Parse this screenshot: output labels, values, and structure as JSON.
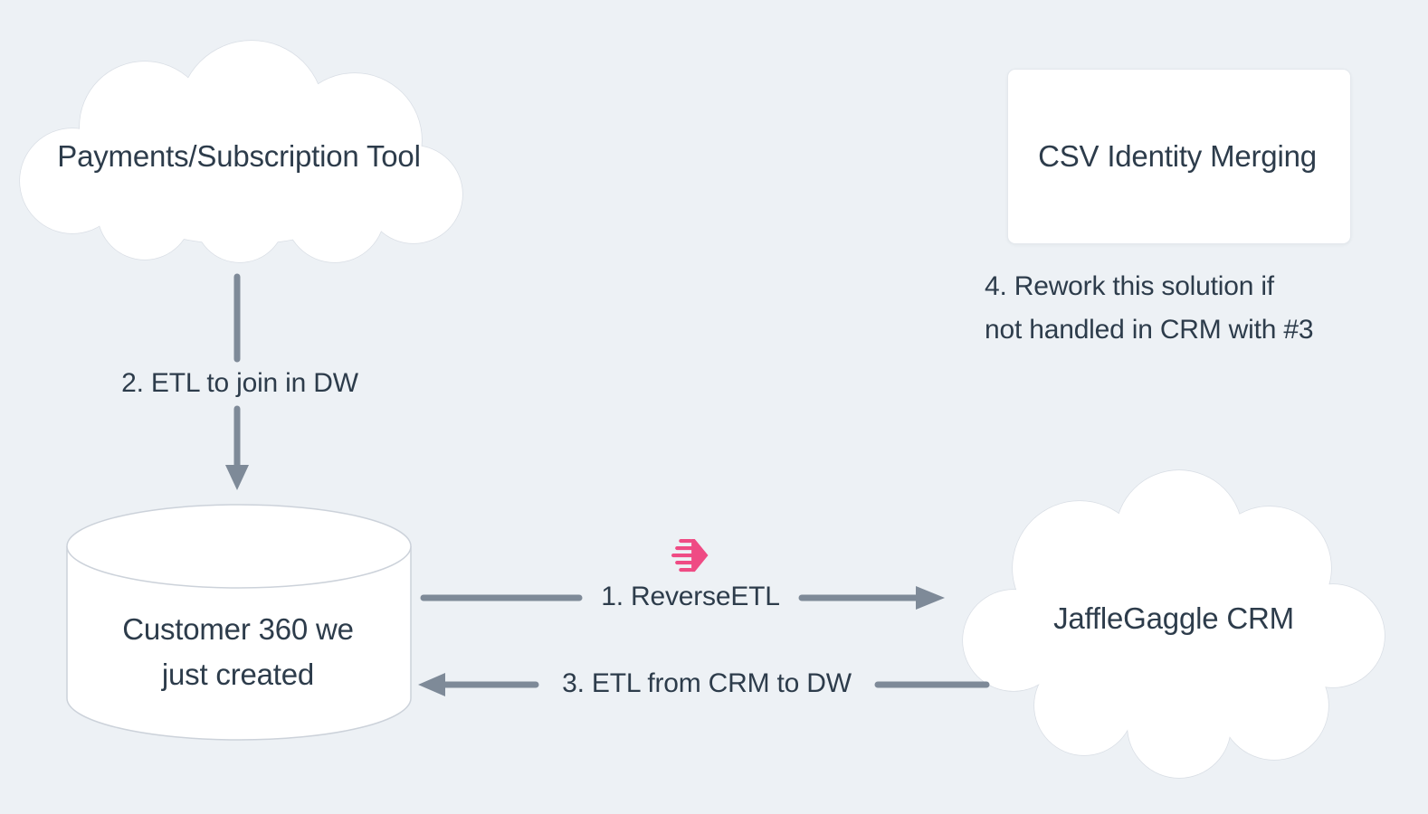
{
  "diagram": {
    "title_context": "Customer 360 ETL architecture sketch",
    "background_color": "#edf1f5",
    "palette": {
      "node_fill": "#ffffff",
      "node_border": "#d9dee5",
      "arrow_color": "#7e8a98",
      "text_color": "#2d3c4b",
      "accent_pink": "#ef4b84"
    },
    "nodes": {
      "payments_cloud": {
        "shape": "cloud",
        "label": "Payments/Subscription Tool"
      },
      "csv_card": {
        "shape": "rectangle",
        "label": "CSV Identity Merging"
      },
      "warehouse_cylinder": {
        "shape": "database-cylinder",
        "line1": "Customer 360 we",
        "line2": "just created"
      },
      "crm_cloud": {
        "shape": "cloud",
        "label": "JaffleGaggle CRM"
      }
    },
    "edges": {
      "etl_join": {
        "label": "2. ETL to join in DW",
        "direction": "down",
        "from": "payments_cloud",
        "to": "warehouse_cylinder"
      },
      "reverse_etl": {
        "label": "1. ReverseETL",
        "direction": "right",
        "from": "warehouse_cylinder",
        "to": "crm_cloud",
        "icon": "reverse-etl-speed-arrow-icon"
      },
      "etl_from_crm": {
        "label": "3. ETL from CRM to DW",
        "direction": "left",
        "from": "crm_cloud",
        "to": "warehouse_cylinder"
      }
    },
    "annotations": {
      "rework_note_line1": "4. Rework this solution if",
      "rework_note_line2": "not handled in CRM with #3"
    }
  }
}
